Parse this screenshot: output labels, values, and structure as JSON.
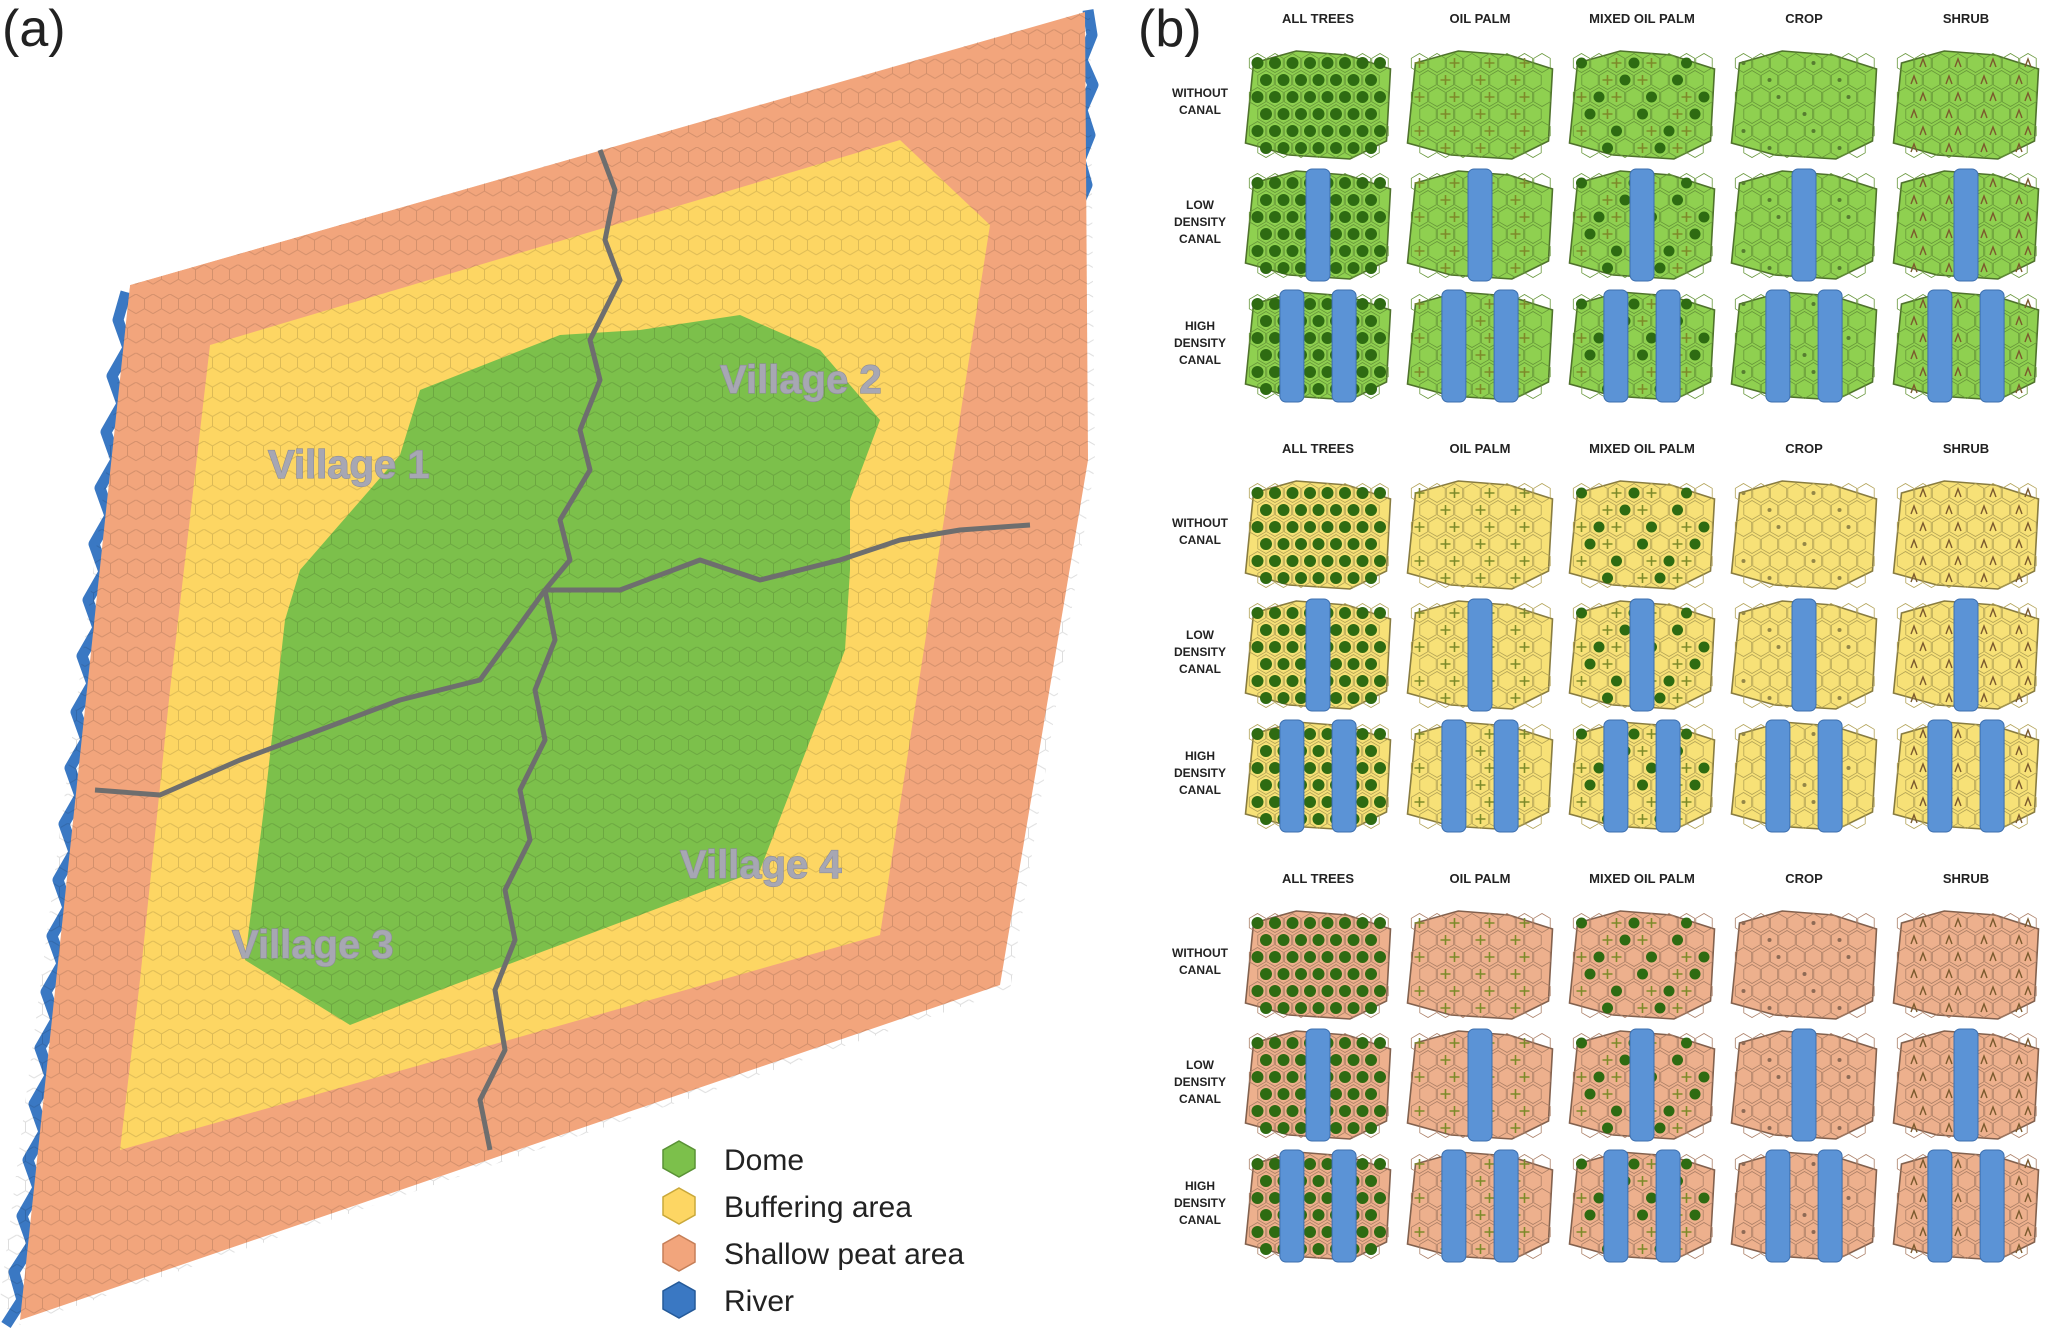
{
  "panel_a": {
    "label": "(a)",
    "villages": [
      "Village 1",
      "Village 2",
      "Village 3",
      "Village 4"
    ],
    "legend": [
      {
        "label": "Dome",
        "color": "#7cc04b"
      },
      {
        "label": "Buffering area",
        "color": "#fdd663"
      },
      {
        "label": "Shallow peat area",
        "color": "#f2a57c"
      },
      {
        "label": "River",
        "color": "#3a78c3"
      }
    ]
  },
  "panel_b": {
    "label": "(b)",
    "columns": [
      "ALL TREES",
      "OIL PALM",
      "MIXED OIL PALM",
      "CROP",
      "SHRUB"
    ],
    "rows": [
      [
        "WITHOUT",
        "CANAL"
      ],
      [
        "LOW",
        "DENSITY",
        "CANAL"
      ],
      [
        "HIGH",
        "DENSITY",
        "CANAL"
      ]
    ],
    "groups": [
      {
        "zone": "Dome",
        "base_color": "#8fd050"
      },
      {
        "zone": "Buffering area",
        "base_color": "#f7e177"
      },
      {
        "zone": "Shallow peat area",
        "base_color": "#edb08d"
      }
    ],
    "canal_color": "#5b93d6",
    "tree_color": "#2e6b12",
    "palm_color": "#7d8a2a"
  }
}
